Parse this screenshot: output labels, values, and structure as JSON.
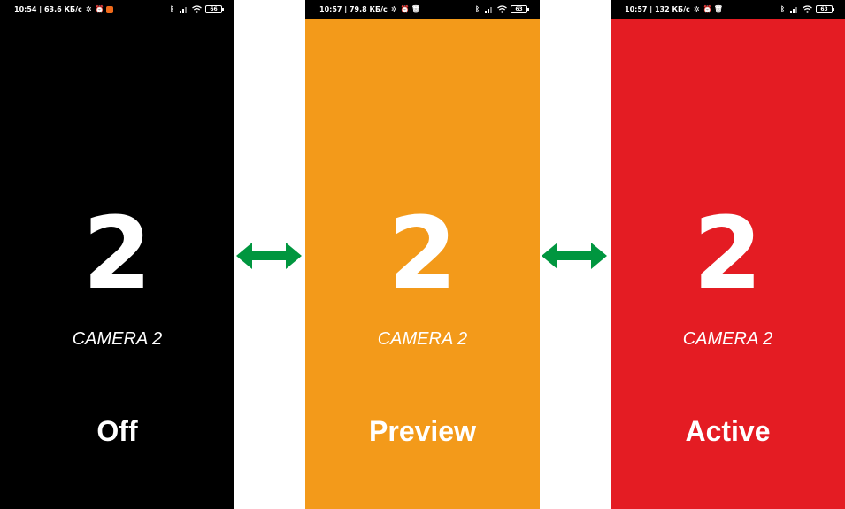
{
  "screens": [
    {
      "status_bar": {
        "time_info": "10:54 | 63,6 КБ/с",
        "battery": "66"
      },
      "background_color": "#000000",
      "camera_number": "2",
      "camera_label": "CAMERA 2",
      "state_label": "Off"
    },
    {
      "status_bar": {
        "time_info": "10:57 | 79,8 КБ/с",
        "battery": "63"
      },
      "background_color": "#f39a1a",
      "camera_number": "2",
      "camera_label": "CAMERA 2",
      "state_label": "Preview"
    },
    {
      "status_bar": {
        "time_info": "10:57 | 132 КБ/с",
        "battery": "63"
      },
      "background_color": "#e41c23",
      "camera_number": "2",
      "camera_label": "CAMERA 2",
      "state_label": "Active"
    }
  ],
  "arrow_color": "#00963f"
}
